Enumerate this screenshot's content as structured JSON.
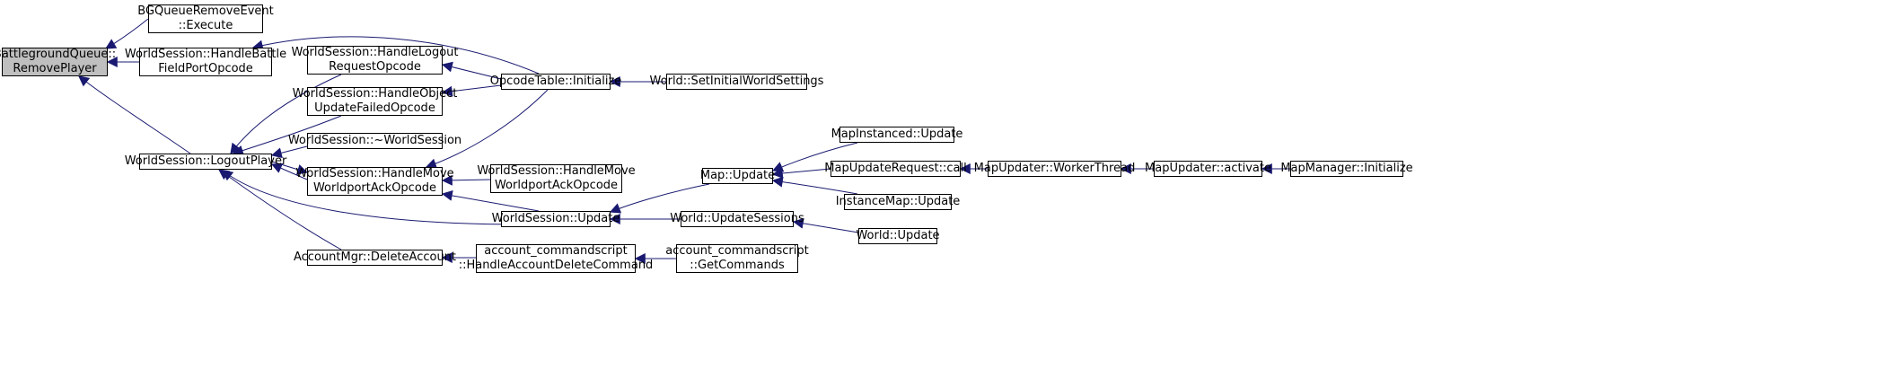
{
  "nodes": [
    {
      "id": "n0",
      "lines": [
        "BattlegroundQueue::",
        "RemovePlayer"
      ],
      "highlight": true
    },
    {
      "id": "n1",
      "lines": [
        "BGQueueRemoveEvent",
        "::Execute"
      ]
    },
    {
      "id": "n2",
      "lines": [
        "WorldSession::HandleBattle",
        "FieldPortOpcode"
      ]
    },
    {
      "id": "n3",
      "lines": [
        "WorldSession::LogoutPlayer"
      ]
    },
    {
      "id": "n4",
      "lines": [
        "WorldSession::HandleLogout",
        "RequestOpcode"
      ]
    },
    {
      "id": "n5",
      "lines": [
        "WorldSession::HandleObject",
        "UpdateFailedOpcode"
      ]
    },
    {
      "id": "n6",
      "lines": [
        "WorldSession::~WorldSession"
      ]
    },
    {
      "id": "n7",
      "lines": [
        "WorldSession::HandleMove",
        "WorldportAckOpcode"
      ]
    },
    {
      "id": "n8",
      "lines": [
        "AccountMgr::DeleteAccount"
      ]
    },
    {
      "id": "n9",
      "lines": [
        "OpcodeTable::Initialize"
      ]
    },
    {
      "id": "n10",
      "lines": [
        "WorldSession::HandleMove",
        "WorldportAckOpcode"
      ]
    },
    {
      "id": "n11",
      "lines": [
        "WorldSession::Update"
      ]
    },
    {
      "id": "n12",
      "lines": [
        "account_commandscript",
        "::HandleAccountDeleteCommand"
      ]
    },
    {
      "id": "n13",
      "lines": [
        "World::SetInitialWorldSettings"
      ]
    },
    {
      "id": "n14",
      "lines": [
        "Map::Update"
      ]
    },
    {
      "id": "n15",
      "lines": [
        "World::UpdateSessions"
      ]
    },
    {
      "id": "n16",
      "lines": [
        "account_commandscript",
        "::GetCommands"
      ]
    },
    {
      "id": "n17",
      "lines": [
        "MapInstanced::Update"
      ]
    },
    {
      "id": "n18",
      "lines": [
        "MapUpdateRequest::call"
      ]
    },
    {
      "id": "n19",
      "lines": [
        "InstanceMap::Update"
      ]
    },
    {
      "id": "n20",
      "lines": [
        "World::Update"
      ]
    },
    {
      "id": "n21",
      "lines": [
        "MapUpdater::WorkerThread"
      ]
    },
    {
      "id": "n22",
      "lines": [
        "MapUpdater::activate"
      ]
    },
    {
      "id": "n23",
      "lines": [
        "MapManager::Initialize"
      ]
    }
  ],
  "edges": [
    {
      "from": "n1",
      "to": "n0"
    },
    {
      "from": "n2",
      "to": "n0"
    },
    {
      "from": "n3",
      "to": "n0"
    },
    {
      "from": "n9",
      "to": "n2"
    },
    {
      "from": "n4",
      "to": "n3"
    },
    {
      "from": "n5",
      "to": "n3"
    },
    {
      "from": "n6",
      "to": "n3"
    },
    {
      "from": "n7",
      "to": "n3"
    },
    {
      "from": "n8",
      "to": "n3"
    },
    {
      "from": "n11",
      "to": "n3"
    },
    {
      "from": "n9",
      "to": "n4"
    },
    {
      "from": "n9",
      "to": "n5"
    },
    {
      "from": "n3",
      "to": "n7"
    },
    {
      "from": "n9",
      "to": "n7"
    },
    {
      "from": "n10",
      "to": "n7"
    },
    {
      "from": "n11",
      "to": "n7"
    },
    {
      "from": "n12",
      "to": "n8"
    },
    {
      "from": "n13",
      "to": "n9"
    },
    {
      "from": "n14",
      "to": "n11"
    },
    {
      "from": "n15",
      "to": "n11"
    },
    {
      "from": "n16",
      "to": "n12"
    },
    {
      "from": "n17",
      "to": "n14"
    },
    {
      "from": "n18",
      "to": "n14"
    },
    {
      "from": "n19",
      "to": "n14"
    },
    {
      "from": "n20",
      "to": "n15"
    },
    {
      "from": "n21",
      "to": "n18"
    },
    {
      "from": "n22",
      "to": "n21"
    },
    {
      "from": "n23",
      "to": "n22"
    }
  ],
  "colors": {
    "edge": "#191970",
    "highlight_fill": "#bfbfbf",
    "node_fill": "#ffffff",
    "border": "#000000"
  }
}
